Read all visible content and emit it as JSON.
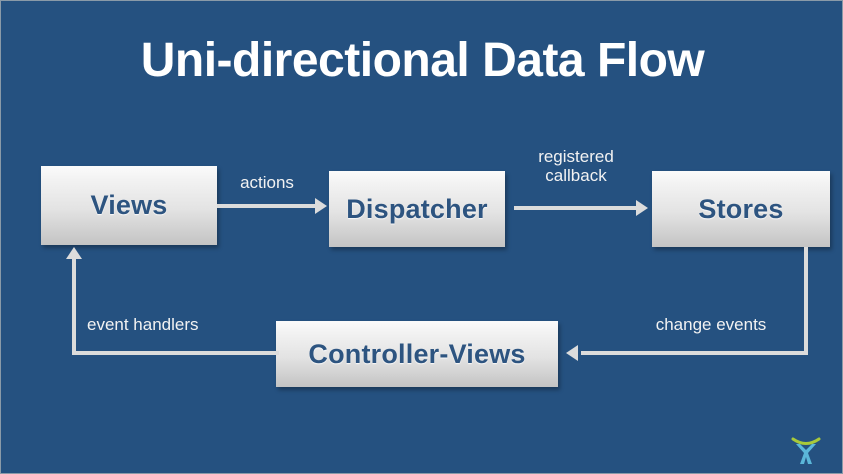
{
  "slide": {
    "title": "Uni-directional Data Flow",
    "background_color": "#255180",
    "node_text_color": "#2d5480",
    "edge_color": "#dcdcdc",
    "title_color": "#ffffff"
  },
  "diagram": {
    "type": "flow-diagram",
    "nodes": [
      {
        "id": "views",
        "label": "Views"
      },
      {
        "id": "dispatcher",
        "label": "Dispatcher"
      },
      {
        "id": "stores",
        "label": "Stores"
      },
      {
        "id": "controller",
        "label": "Controller-Views"
      }
    ],
    "edges": [
      {
        "id": "actions",
        "from": "views",
        "to": "dispatcher",
        "label": "actions",
        "direction": "right"
      },
      {
        "id": "callback",
        "from": "dispatcher",
        "to": "stores",
        "label": "registered\ncallback",
        "direction": "right"
      },
      {
        "id": "change",
        "from": "stores",
        "to": "controller",
        "label": "change events",
        "direction": "left"
      },
      {
        "id": "handlers",
        "from": "controller",
        "to": "views",
        "label": "event handlers",
        "direction": "up"
      }
    ]
  },
  "logo": {
    "name": "person-arc-logo",
    "figure_color": "#5bb7d9",
    "arc_color": "#a8c93a"
  }
}
